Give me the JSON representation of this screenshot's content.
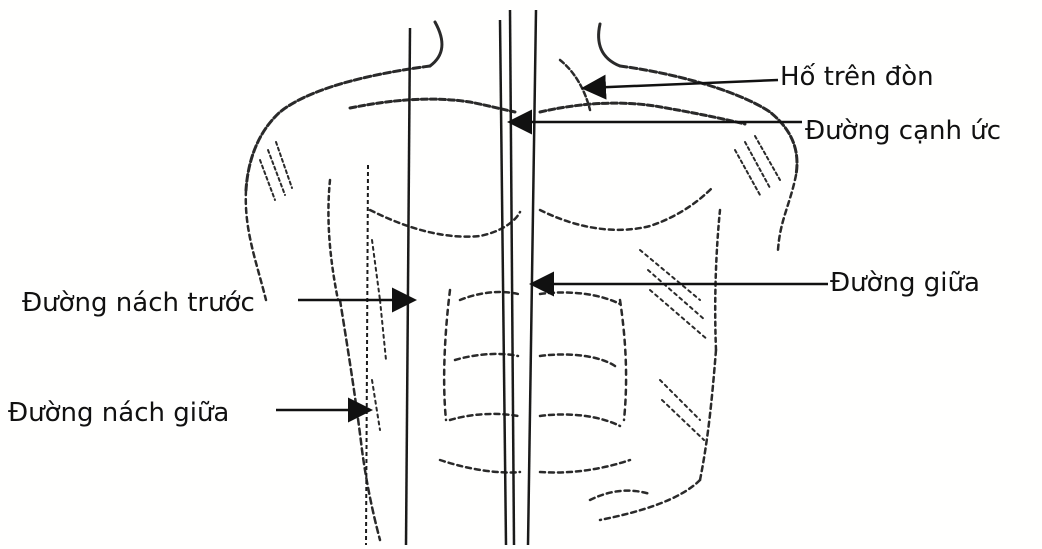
{
  "labels": {
    "supraclavicular_fossa": "Hố trên đòn",
    "parasternal_line": "Đường cạnh ức",
    "midline": "Đường giữa",
    "anterior_axillary_line": "Đường nách trước",
    "mid_axillary_line": "Đường nách giữa"
  },
  "colors": {
    "ink": "#111111",
    "sketch": "#2a2a2a",
    "paper": "#fffffe"
  }
}
